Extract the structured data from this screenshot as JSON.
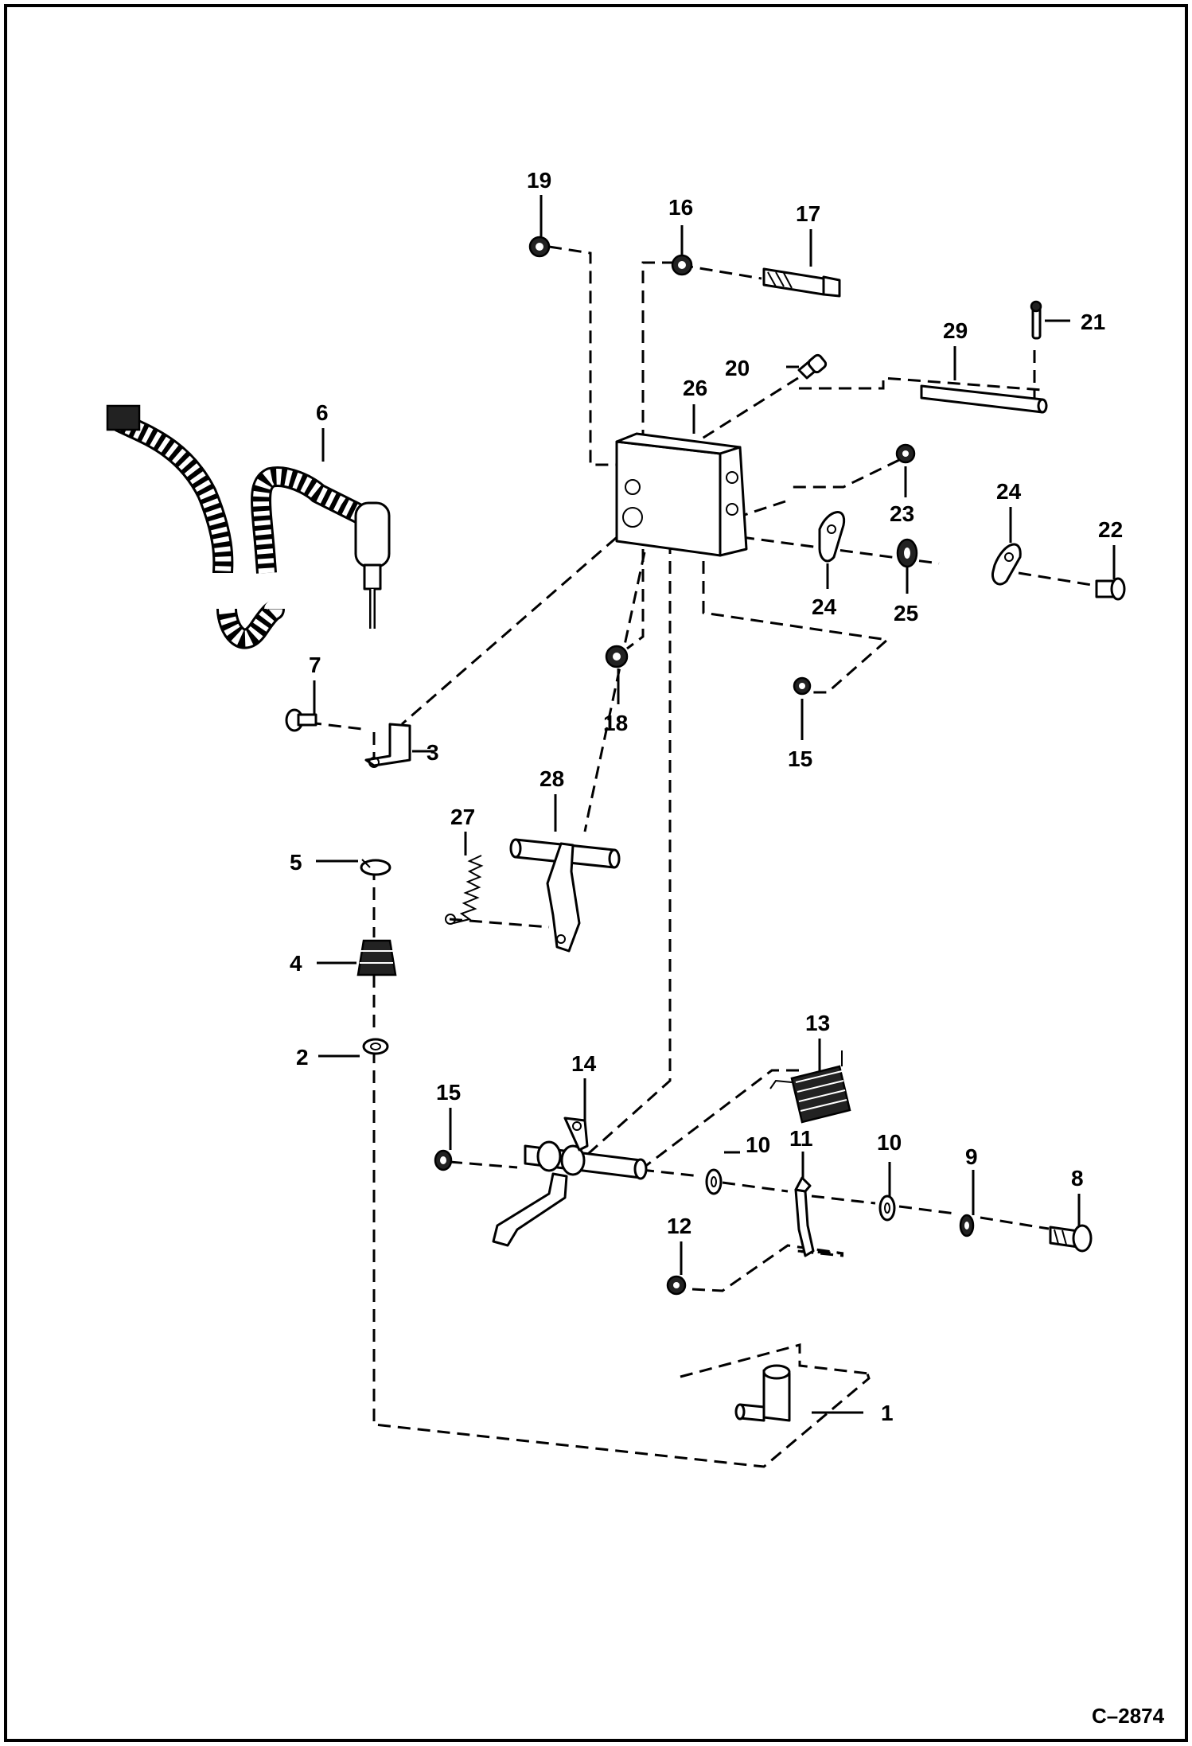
{
  "figure_id": "C–2874",
  "callouts": [
    {
      "n": "1"
    },
    {
      "n": "2"
    },
    {
      "n": "3"
    },
    {
      "n": "4"
    },
    {
      "n": "5"
    },
    {
      "n": "6"
    },
    {
      "n": "7"
    },
    {
      "n": "8"
    },
    {
      "n": "9"
    },
    {
      "n": "10"
    },
    {
      "n": "10"
    },
    {
      "n": "11"
    },
    {
      "n": "12"
    },
    {
      "n": "13"
    },
    {
      "n": "14"
    },
    {
      "n": "15"
    },
    {
      "n": "15"
    },
    {
      "n": "16"
    },
    {
      "n": "17"
    },
    {
      "n": "18"
    },
    {
      "n": "19"
    },
    {
      "n": "20"
    },
    {
      "n": "21"
    },
    {
      "n": "22"
    },
    {
      "n": "23"
    },
    {
      "n": "24"
    },
    {
      "n": "24"
    },
    {
      "n": "25"
    },
    {
      "n": "26"
    },
    {
      "n": "27"
    },
    {
      "n": "28"
    },
    {
      "n": "29"
    }
  ]
}
